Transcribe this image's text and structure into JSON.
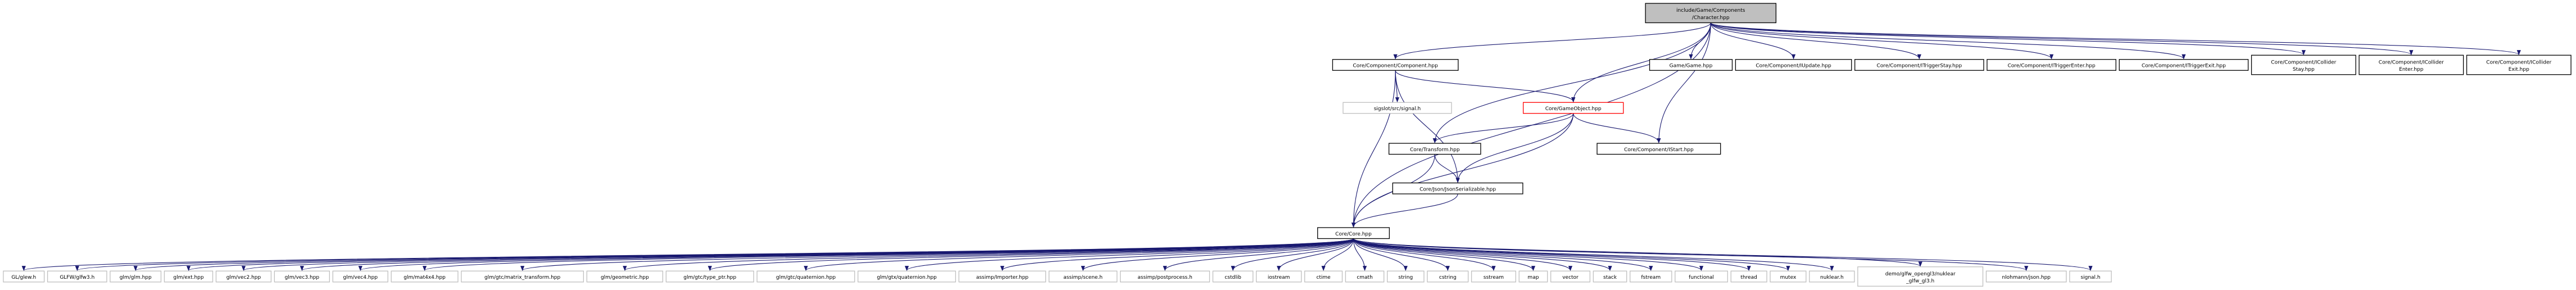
{
  "nodes": [
    {
      "id": "root",
      "lines": [
        "include/Game/Components",
        "/Character.hpp"
      ],
      "style": "root"
    },
    {
      "id": "component",
      "lines": [
        "Core/Component/Component.hpp"
      ],
      "style": "normal"
    },
    {
      "id": "game",
      "lines": [
        "Game/Game.hpp"
      ],
      "style": "normal"
    },
    {
      "id": "iupdate",
      "lines": [
        "Core/Component/IUpdate.hpp"
      ],
      "style": "normal"
    },
    {
      "id": "itriggerstay",
      "lines": [
        "Core/Component/ITriggerStay.hpp"
      ],
      "style": "normal"
    },
    {
      "id": "itriggerenter",
      "lines": [
        "Core/Component/ITriggerEnter.hpp"
      ],
      "style": "normal"
    },
    {
      "id": "itriggerexit",
      "lines": [
        "Core/Component/ITriggerExit.hpp"
      ],
      "style": "normal"
    },
    {
      "id": "icolliderstay",
      "lines": [
        "Core/Component/ICollider",
        "Stay.hpp"
      ],
      "style": "normal"
    },
    {
      "id": "icolliderenter",
      "lines": [
        "Core/Component/ICollider",
        "Enter.hpp"
      ],
      "style": "normal"
    },
    {
      "id": "icolliderexit",
      "lines": [
        "Core/Component/ICollider",
        "Exit.hpp"
      ],
      "style": "normal"
    },
    {
      "id": "sigslot",
      "lines": [
        "sigslot/src/signal.h"
      ],
      "style": "plain"
    },
    {
      "id": "gameobject",
      "lines": [
        "Core/GameObject.hpp"
      ],
      "style": "red"
    },
    {
      "id": "istart",
      "lines": [
        "Core/Component/IStart.hpp"
      ],
      "style": "normal"
    },
    {
      "id": "transform",
      "lines": [
        "Core/Transform.hpp"
      ],
      "style": "normal"
    },
    {
      "id": "json",
      "lines": [
        "Core/Json/JsonSerializable.hpp"
      ],
      "style": "normal"
    },
    {
      "id": "core",
      "lines": [
        "Core/Core.hpp"
      ],
      "style": "normal"
    },
    {
      "id": "l0",
      "lines": [
        "GL/glew.h"
      ],
      "style": "plain"
    },
    {
      "id": "l1",
      "lines": [
        "GLFW/glfw3.h"
      ],
      "style": "plain"
    },
    {
      "id": "l2",
      "lines": [
        "glm/glm.hpp"
      ],
      "style": "plain"
    },
    {
      "id": "l3",
      "lines": [
        "glm/ext.hpp"
      ],
      "style": "plain"
    },
    {
      "id": "l4",
      "lines": [
        "glm/vec2.hpp"
      ],
      "style": "plain"
    },
    {
      "id": "l5",
      "lines": [
        "glm/vec3.hpp"
      ],
      "style": "plain"
    },
    {
      "id": "l6",
      "lines": [
        "glm/vec4.hpp"
      ],
      "style": "plain"
    },
    {
      "id": "l7",
      "lines": [
        "glm/mat4x4.hpp"
      ],
      "style": "plain"
    },
    {
      "id": "l8",
      "lines": [
        "glm/gtc/matrix_transform.hpp"
      ],
      "style": "plain"
    },
    {
      "id": "l9",
      "lines": [
        "glm/geometric.hpp"
      ],
      "style": "plain"
    },
    {
      "id": "l10",
      "lines": [
        "glm/gtc/type_ptr.hpp"
      ],
      "style": "plain"
    },
    {
      "id": "l11",
      "lines": [
        "glm/gtc/quaternion.hpp"
      ],
      "style": "plain"
    },
    {
      "id": "l12",
      "lines": [
        "glm/gtx/quaternion.hpp"
      ],
      "style": "plain"
    },
    {
      "id": "l13",
      "lines": [
        "assimp/Importer.hpp"
      ],
      "style": "plain"
    },
    {
      "id": "l14",
      "lines": [
        "assimp/scene.h"
      ],
      "style": "plain"
    },
    {
      "id": "l15",
      "lines": [
        "assimp/postprocess.h"
      ],
      "style": "plain"
    },
    {
      "id": "l16",
      "lines": [
        "cstdlib"
      ],
      "style": "plain"
    },
    {
      "id": "l17",
      "lines": [
        "iostream"
      ],
      "style": "plain"
    },
    {
      "id": "l18",
      "lines": [
        "ctime"
      ],
      "style": "plain"
    },
    {
      "id": "l19",
      "lines": [
        "cmath"
      ],
      "style": "plain"
    },
    {
      "id": "l20",
      "lines": [
        "string"
      ],
      "style": "plain"
    },
    {
      "id": "l21",
      "lines": [
        "cstring"
      ],
      "style": "plain"
    },
    {
      "id": "l22",
      "lines": [
        "sstream"
      ],
      "style": "plain"
    },
    {
      "id": "l23",
      "lines": [
        "map"
      ],
      "style": "plain"
    },
    {
      "id": "l24",
      "lines": [
        "vector"
      ],
      "style": "plain"
    },
    {
      "id": "l25",
      "lines": [
        "stack"
      ],
      "style": "plain"
    },
    {
      "id": "l26",
      "lines": [
        "fstream"
      ],
      "style": "plain"
    },
    {
      "id": "l27",
      "lines": [
        "functional"
      ],
      "style": "plain"
    },
    {
      "id": "l28",
      "lines": [
        "thread"
      ],
      "style": "plain"
    },
    {
      "id": "l29",
      "lines": [
        "mutex"
      ],
      "style": "plain"
    },
    {
      "id": "l30",
      "lines": [
        "nuklear.h"
      ],
      "style": "plain"
    },
    {
      "id": "l31",
      "lines": [
        "demo/glfw_opengl3/nuklear",
        "_glfw_gl3.h"
      ],
      "style": "plain"
    },
    {
      "id": "l32",
      "lines": [
        "nlohmann/json.hpp"
      ],
      "style": "plain"
    },
    {
      "id": "l33",
      "lines": [
        "signal.h"
      ],
      "style": "plain"
    }
  ],
  "edges": [
    [
      "root",
      "component"
    ],
    [
      "root",
      "game"
    ],
    [
      "root",
      "iupdate"
    ],
    [
      "root",
      "itriggerstay"
    ],
    [
      "root",
      "itriggerenter"
    ],
    [
      "root",
      "itriggerexit"
    ],
    [
      "root",
      "icolliderstay"
    ],
    [
      "root",
      "icolliderenter"
    ],
    [
      "root",
      "icolliderexit"
    ],
    [
      "root",
      "gameobject"
    ],
    [
      "root",
      "transform"
    ],
    [
      "root",
      "istart"
    ],
    [
      "root",
      "core"
    ],
    [
      "component",
      "sigslot"
    ],
    [
      "component",
      "gameobject"
    ],
    [
      "component",
      "json"
    ],
    [
      "component",
      "core"
    ],
    [
      "gameobject",
      "transform"
    ],
    [
      "gameobject",
      "istart"
    ],
    [
      "gameobject",
      "json"
    ],
    [
      "gameobject",
      "core"
    ],
    [
      "transform",
      "json"
    ],
    [
      "transform",
      "core"
    ],
    [
      "json",
      "core"
    ],
    [
      "core",
      "l0"
    ],
    [
      "core",
      "l1"
    ],
    [
      "core",
      "l2"
    ],
    [
      "core",
      "l3"
    ],
    [
      "core",
      "l4"
    ],
    [
      "core",
      "l5"
    ],
    [
      "core",
      "l6"
    ],
    [
      "core",
      "l7"
    ],
    [
      "core",
      "l8"
    ],
    [
      "core",
      "l9"
    ],
    [
      "core",
      "l10"
    ],
    [
      "core",
      "l11"
    ],
    [
      "core",
      "l12"
    ],
    [
      "core",
      "l13"
    ],
    [
      "core",
      "l14"
    ],
    [
      "core",
      "l15"
    ],
    [
      "core",
      "l16"
    ],
    [
      "core",
      "l17"
    ],
    [
      "core",
      "l18"
    ],
    [
      "core",
      "l19"
    ],
    [
      "core",
      "l20"
    ],
    [
      "core",
      "l21"
    ],
    [
      "core",
      "l22"
    ],
    [
      "core",
      "l23"
    ],
    [
      "core",
      "l24"
    ],
    [
      "core",
      "l25"
    ],
    [
      "core",
      "l26"
    ],
    [
      "core",
      "l27"
    ],
    [
      "core",
      "l28"
    ],
    [
      "core",
      "l29"
    ],
    [
      "core",
      "l30"
    ],
    [
      "core",
      "l31"
    ],
    [
      "core",
      "l32"
    ],
    [
      "core",
      "l33"
    ]
  ],
  "colors": {
    "edge": "#191970",
    "root_fill": "#bfbfbf",
    "node_border": "#000000",
    "plain_border": "#bfbfbf",
    "red_border": "#ff0000",
    "text": "#000000"
  }
}
